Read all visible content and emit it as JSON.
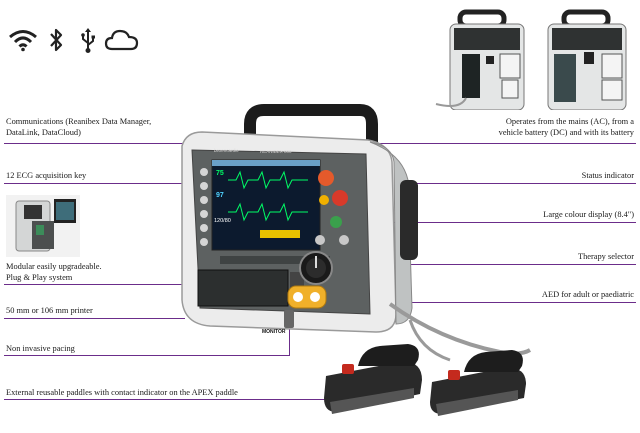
{
  "connectivity_icons": [
    "wifi-icon",
    "bluetooth-icon",
    "usb-icon",
    "cloud-icon"
  ],
  "accent_color": "#6b2d8a",
  "features": {
    "communications": "Communications (Reanibex Data Manager,\nDataLink, DataCloud)",
    "ecg_key": "12 ECG acquisition key",
    "modular": "Modular easily upgradeable.\nPlug & Play system",
    "printer": "50 mm or 106 mm printer",
    "pacing": "Non invasive pacing",
    "paddles": "External reusable paddles with contact indicator on the APEX paddle",
    "power": "Operates from the mains (AC), from a\nvehicle battery (DC) and with its battery",
    "status": "Status indicator",
    "display": "Large colour display (8.4\")",
    "therapy": "Therapy selector",
    "aed": "AED for adult or paediatric"
  },
  "device": {
    "brand": "bexencardio",
    "model": "REANIBEX 800",
    "screen_banner": "MONITOR",
    "readouts": [
      "75",
      "97",
      "120/80"
    ]
  }
}
